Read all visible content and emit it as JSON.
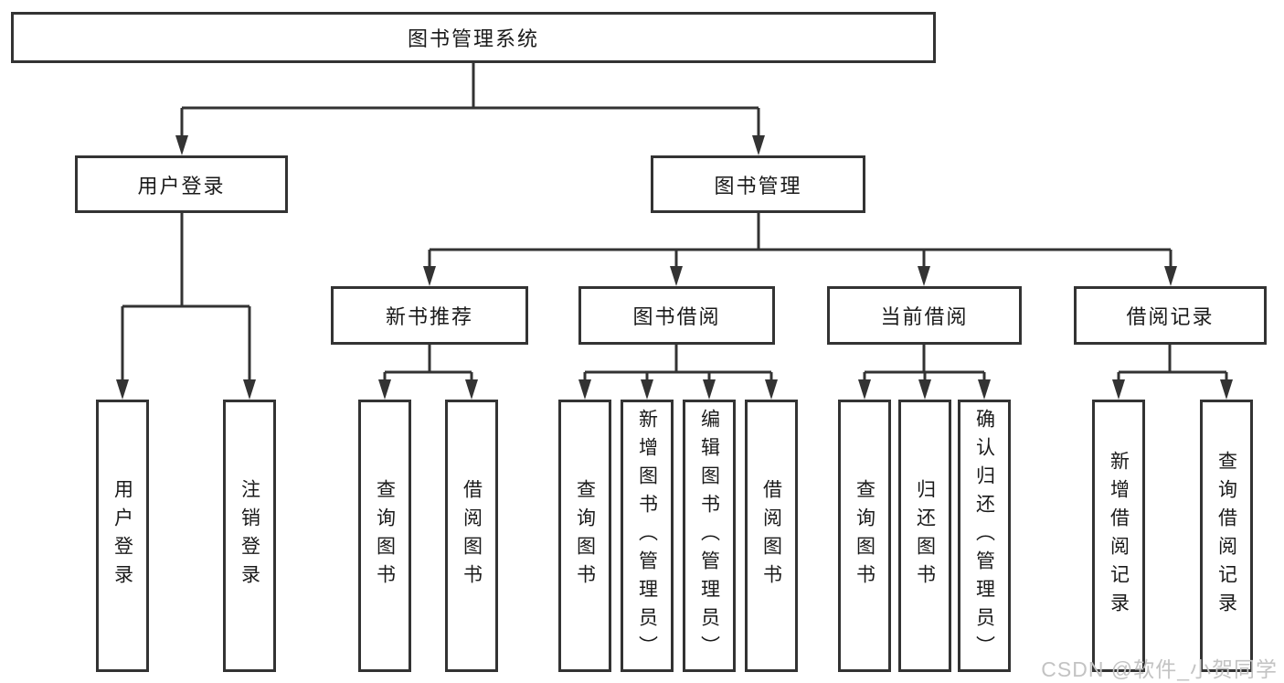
{
  "diagram": {
    "root": {
      "label": "图书管理系统"
    },
    "level2": [
      {
        "label": "用户登录"
      },
      {
        "label": "图书管理"
      }
    ],
    "level3": [
      {
        "label": "新书推荐"
      },
      {
        "label": "图书借阅"
      },
      {
        "label": "当前借阅"
      },
      {
        "label": "借阅记录"
      }
    ],
    "leaves": [
      {
        "label": "用户登录"
      },
      {
        "label": "注销登录"
      },
      {
        "label": "查询图书"
      },
      {
        "label": "借阅图书"
      },
      {
        "label": "查询图书"
      },
      {
        "label": "新增图书（管理员）"
      },
      {
        "label": "编辑图书（管理员）"
      },
      {
        "label": "借阅图书"
      },
      {
        "label": "查询图书"
      },
      {
        "label": "归还图书"
      },
      {
        "label": "确认归还（管理员）"
      },
      {
        "label": "新增借阅记录"
      },
      {
        "label": "查询借阅记录"
      }
    ]
  },
  "watermark": {
    "text": "CSDN @软件_小贺同学"
  },
  "colors": {
    "line": "#333333",
    "box_border": "#333333",
    "background": "#ffffff",
    "text": "#1a1a1a",
    "watermark": "#c3c3c3"
  }
}
